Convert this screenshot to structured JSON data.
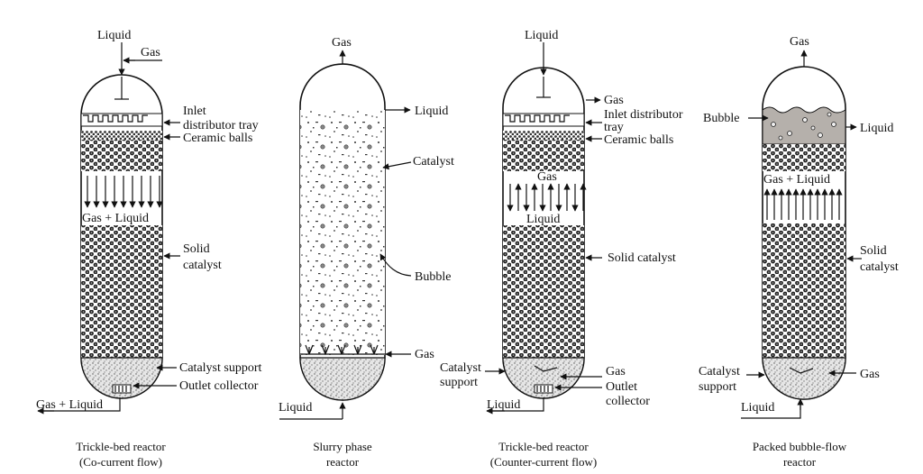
{
  "reactors": [
    {
      "caption_line1": "Trickle-bed reactor",
      "caption_line2": "(Co-current flow)",
      "labels": {
        "liquid_in": "Liquid",
        "gas_in": "Gas",
        "inlet_tray": "Inlet",
        "inlet_tray2": "distributor tray",
        "ceramic": "Ceramic balls",
        "flow": "Gas + Liquid",
        "solid1": "Solid",
        "solid2": "catalyst",
        "support": "Catalyst support",
        "outlet": "Outlet collector",
        "out": "Gas + Liquid"
      }
    },
    {
      "caption_line1": "Slurry phase",
      "caption_line2": "reactor",
      "labels": {
        "gas_out": "Gas",
        "liquid_out": "Liquid",
        "catalyst": "Catalyst",
        "bubble": "Bubble",
        "gas_in": "Gas",
        "liquid_in": "Liquid"
      }
    },
    {
      "caption_line1": "Trickle-bed reactor",
      "caption_line2": "(Counter-current flow)",
      "labels": {
        "liquid_in": "Liquid",
        "gas_out": "Gas",
        "inlet_tray": "Inlet distributor",
        "inlet_tray2": "tray",
        "ceramic": "Ceramic balls",
        "flow_gas": "Gas",
        "flow_liquid": "Liquid",
        "solid": "Solid catalyst",
        "support1": "Catalyst",
        "support2": "support",
        "gas_in": "Gas",
        "outlet1": "Outlet",
        "outlet2": "collector",
        "liquid_out": "Liquid"
      }
    },
    {
      "caption_line1": "Packed bubble-flow",
      "caption_line2": "reactor",
      "labels": {
        "gas_out": "Gas",
        "bubble": "Bubble",
        "liquid_out": "Liquid",
        "flow": "Gas + Liquid",
        "solid1": "Solid",
        "solid2": "catalyst",
        "support1": "Catalyst",
        "support2": "support",
        "gas_in": "Gas",
        "liquid_in": "Liquid"
      }
    }
  ]
}
